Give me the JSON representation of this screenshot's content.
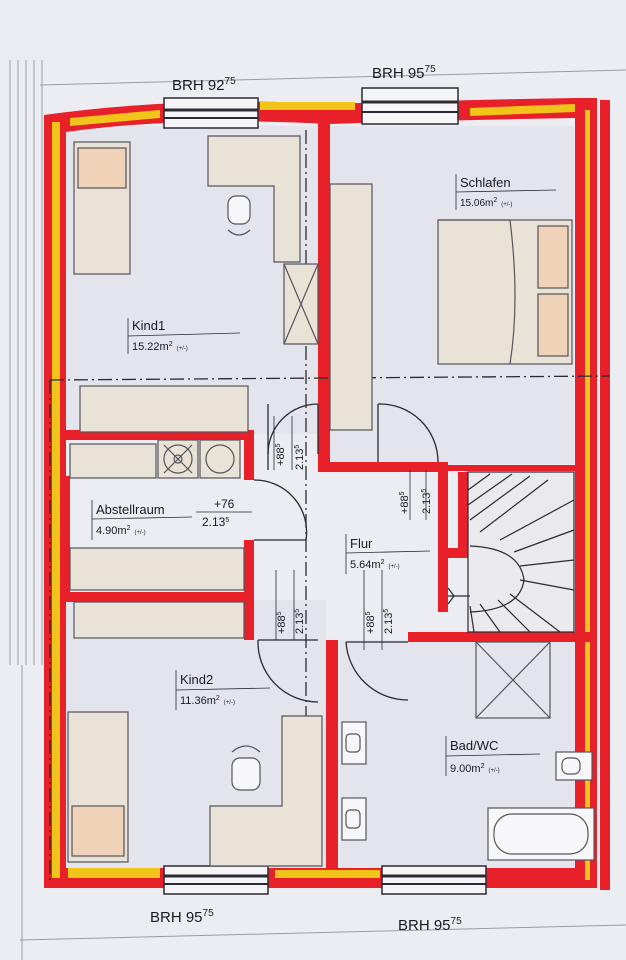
{
  "windows": {
    "top_left": {
      "label": "BRH 92",
      "sup": "75"
    },
    "top_right": {
      "label": "BRH 95",
      "sup": "75"
    },
    "bottom_left": {
      "label": "BRH 95",
      "sup": "75"
    },
    "bottom_right": {
      "label": "BRH 95",
      "sup": "75"
    }
  },
  "rooms": {
    "kind1": {
      "name": "Kind1",
      "area": "15.22m",
      "sup": "2",
      "note": "(+/-)"
    },
    "schlafen": {
      "name": "Schlafen",
      "area": "15.06m",
      "sup": "2",
      "note": "(+/-)"
    },
    "abstellraum": {
      "name": "Abstellraum",
      "area": "4.90m",
      "sup": "2",
      "note": "(+/-)"
    },
    "flur": {
      "name": "Flur",
      "area": "5.64m",
      "sup": "2",
      "note": "(+/-)"
    },
    "kind2": {
      "name": "Kind2",
      "area": "11.36m",
      "sup": "2",
      "note": "(+/-)"
    },
    "bad": {
      "name": "Bad/WC",
      "area": "9.00m",
      "sup": "2",
      "note": "(+/-)"
    }
  },
  "door_dims": {
    "kind1_door": {
      "a": "+88",
      "a_sup": "5",
      "b": "2.13",
      "b_sup": "5"
    },
    "schlafen_door": {
      "a": "+88",
      "a_sup": "5",
      "b": "2.13",
      "b_sup": "5"
    },
    "abstell_door": {
      "a": "+76",
      "b": "2.13",
      "b_sup": "5"
    },
    "kind2_door": {
      "a": "+88",
      "a_sup": "5",
      "b": "2.13",
      "b_sup": "5"
    },
    "bad_door": {
      "a": "+88",
      "a_sup": "5",
      "b": "2.13",
      "b_sup": "5"
    }
  },
  "colors": {
    "wall_red": "#e8202a",
    "insulation_yellow": "#f0c419",
    "furniture": "#e9e2d6",
    "bed": "#f0d2b8",
    "paper": "#ecedf2",
    "line": "#2a2a33"
  }
}
